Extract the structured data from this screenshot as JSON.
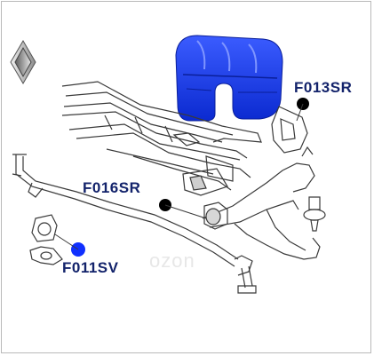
{
  "watermark": "ozon",
  "labels": {
    "f013": "F013SR",
    "f016": "F016SR",
    "f011": "F011SV"
  },
  "colors": {
    "bushing": "#1037e0",
    "label_text": "#13236b",
    "marker_black": "#000000",
    "marker_blue": "#1030ff",
    "line_art": "#3a3a3a"
  },
  "icons": {
    "brand": "renault-diamond-logo"
  }
}
